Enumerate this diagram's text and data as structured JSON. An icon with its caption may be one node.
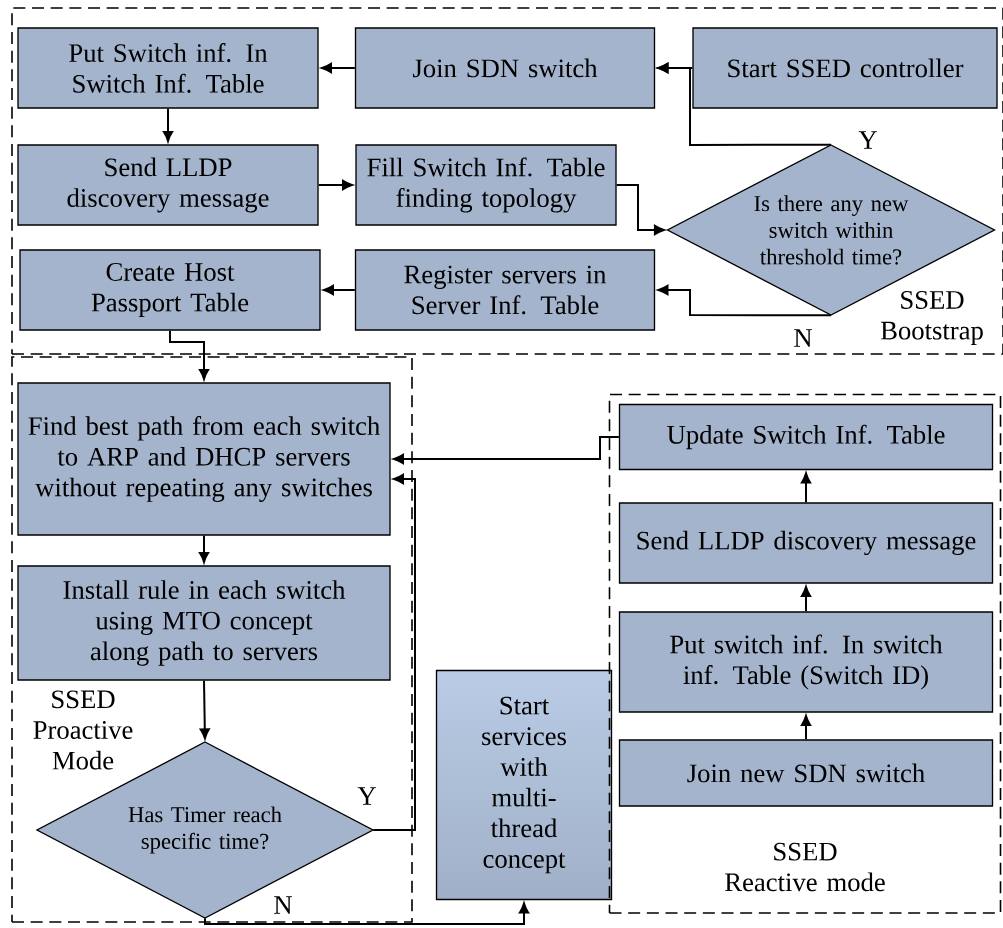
{
  "diagram": {
    "nodes": [
      {
        "text": [
          "SSED Bootstrap"
        ]
      },
      {
        "text": [
          "Start SSED controller"
        ],
        "in": 0
      },
      {
        "text": [
          "Join SDN switch"
        ],
        "in": 0
      },
      {
        "text": [
          "Put Switch inf. In Switch Inf. Table"
        ],
        "in": 0
      },
      {
        "text": [
          "Send LLDP discovery message"
        ],
        "in": 0
      },
      {
        "text": [
          "Fill Switch Inf. Table finding topology"
        ],
        "in": 0
      },
      {
        "text": [
          "Is there any new switch within threshold time?"
        ],
        "in": 0
      },
      {
        "text": [
          "Register servers in Server Inf. Table"
        ],
        "in": 0
      },
      {
        "text": [
          "Create Host Passport Table"
        ],
        "in": 0
      },
      {
        "text": [
          "SSED Proactive Mode"
        ]
      },
      {
        "text": [
          "Find best path from each switch to ARP and DHCP servers without repeating any switches"
        ],
        "in": 9
      },
      {
        "text": [
          "Install rule in each switch using MTO concept along path to servers"
        ],
        "in": 9
      },
      {
        "text": [
          "Has Timer reach specific time?"
        ],
        "in": 9
      },
      {
        "text": [
          "Start services with multi-thread concept"
        ]
      },
      {
        "text": [
          "SSED Reactive mode"
        ]
      },
      {
        "text": [
          "Update Switch Inf. Table"
        ],
        "in": 14
      },
      {
        "text": [
          "Send LLDP discovery message"
        ],
        "in": 14
      },
      {
        "text": [
          "Put switch inf. In switch inf. Table (Switch ID)"
        ],
        "in": 14
      },
      {
        "text": [
          "Join new SDN switch"
        ],
        "in": 14
      }
    ],
    "edges": [
      {
        "from": 1,
        "to": 2,
        "arrow": "to"
      },
      {
        "from": 2,
        "to": 3,
        "arrow": "to"
      },
      {
        "from": 3,
        "to": 4,
        "arrow": "to"
      },
      {
        "from": 4,
        "to": 5,
        "arrow": "to"
      },
      {
        "from": 5,
        "to": 6,
        "arrow": "to"
      },
      {
        "from": 6,
        "to": 2,
        "arrow": "to",
        "label": "Y"
      },
      {
        "from": 6,
        "to": 7,
        "arrow": "to",
        "label": "N"
      },
      {
        "from": 7,
        "to": 8,
        "arrow": "to"
      },
      {
        "from": 8,
        "to": 10,
        "arrow": "to"
      },
      {
        "from": 10,
        "to": 11,
        "arrow": "to"
      },
      {
        "from": 11,
        "to": 12,
        "arrow": "to"
      },
      {
        "from": 12,
        "to": 10,
        "arrow": "to",
        "label": "Y"
      },
      {
        "from": 12,
        "to": 13,
        "arrow": "to",
        "label": "N"
      },
      {
        "from": 15,
        "to": 10,
        "arrow": "to"
      },
      {
        "from": 18,
        "to": 17,
        "arrow": "to"
      },
      {
        "from": 17,
        "to": 16,
        "arrow": "to"
      },
      {
        "from": 16,
        "to": 15,
        "arrow": "to"
      }
    ]
  }
}
